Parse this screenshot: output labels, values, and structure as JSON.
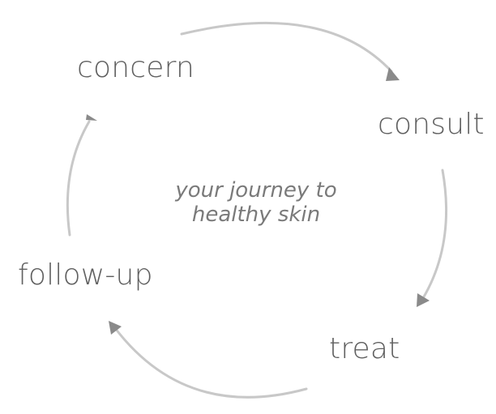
{
  "diagram": {
    "caption": {
      "line1": "your journey to",
      "line2": "healthy skin"
    },
    "steps": [
      {
        "id": "concern",
        "label": "concern"
      },
      {
        "id": "consult",
        "label": "consult"
      },
      {
        "id": "treat",
        "label": "treat"
      },
      {
        "id": "follow-up",
        "label": "follow-up"
      }
    ],
    "colors": {
      "label": "#606060",
      "caption": "#7a7a7a",
      "arc": "#c8c8c8",
      "arrowhead": "#8a8a8a"
    }
  }
}
